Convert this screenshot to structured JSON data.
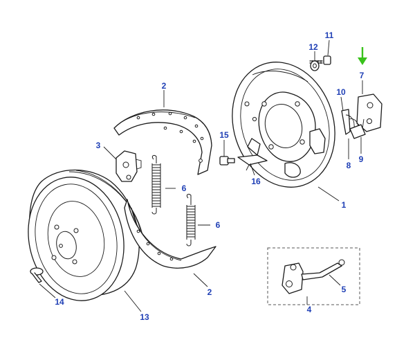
{
  "callout_color": "#1f3fb5",
  "indicator_color": "#39c21b",
  "callouts": [
    {
      "id": "c1",
      "label": "1"
    },
    {
      "id": "c2a",
      "label": "2"
    },
    {
      "id": "c2b",
      "label": "2"
    },
    {
      "id": "c3",
      "label": "3"
    },
    {
      "id": "c4",
      "label": "4"
    },
    {
      "id": "c5",
      "label": "5"
    },
    {
      "id": "c6a",
      "label": "6"
    },
    {
      "id": "c6b",
      "label": "6"
    },
    {
      "id": "c7",
      "label": "7"
    },
    {
      "id": "c8",
      "label": "8"
    },
    {
      "id": "c9",
      "label": "9"
    },
    {
      "id": "c10",
      "label": "10"
    },
    {
      "id": "c11",
      "label": "11"
    },
    {
      "id": "c12",
      "label": "12"
    },
    {
      "id": "c13",
      "label": "13"
    },
    {
      "id": "c14",
      "label": "14"
    },
    {
      "id": "c15",
      "label": "15"
    },
    {
      "id": "c16",
      "label": "16"
    }
  ]
}
